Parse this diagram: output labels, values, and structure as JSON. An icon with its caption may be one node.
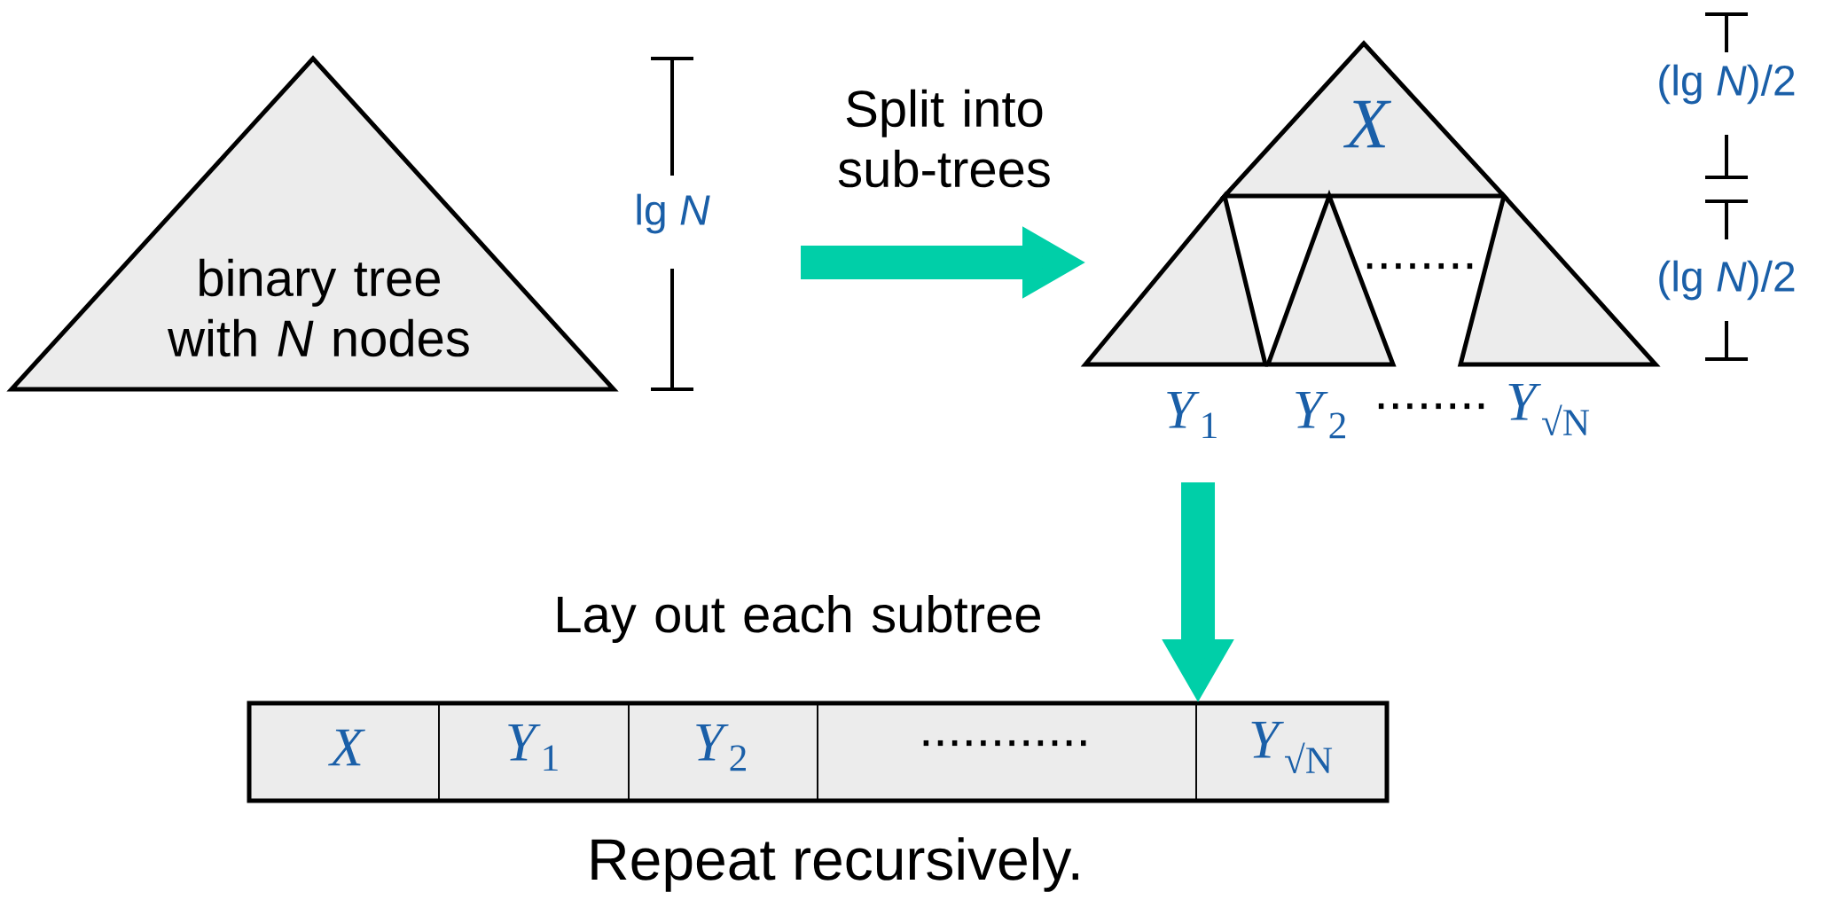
{
  "diagram": {
    "nodes": [
      {
        "text": [
          "binary tree with *N* nodes"
        ]
      },
      {
        "text": [
          "X"
        ]
      },
      {
        "text": [],
        "shape": "triangle",
        "beside": [
          "*Y*$_{1}$"
        ]
      },
      {
        "text": [],
        "shape": "triangle",
        "beside": [
          "*Y*$_{2}$"
        ]
      },
      {
        "text": [],
        "shape": "triangle",
        "beside": [
          "*Y*$_{√N}$"
        ]
      },
      {
        "text": [],
        "shape": "box"
      },
      {
        "text": [
          "X"
        ],
        "in": 5
      },
      {
        "text": [
          "*Y*$_{1}$"
        ],
        "in": 5
      },
      {
        "text": [
          "*Y*$_{2}$"
        ],
        "in": 5
      },
      {
        "text": [
          "............"
        ],
        "in": 5
      },
      {
        "text": [
          "*Y*$_{√N}$"
        ],
        "in": 5
      }
    ],
    "edges": [
      {
        "from": null,
        "to": 2,
        "arrow": "to",
        "label": "Split into sub-trees",
        "color": "#00cfa8"
      },
      {
        "from": null,
        "to": 5,
        "arrow": "to",
        "label": "Lay out each subtree",
        "color": "#00cfa8"
      }
    ],
    "labels": [
      "(lg *N*)/2",
      "lg *N*",
      "(lg *N*)/2",
      "........",
      "........",
      "Repeat recursively."
    ]
  }
}
